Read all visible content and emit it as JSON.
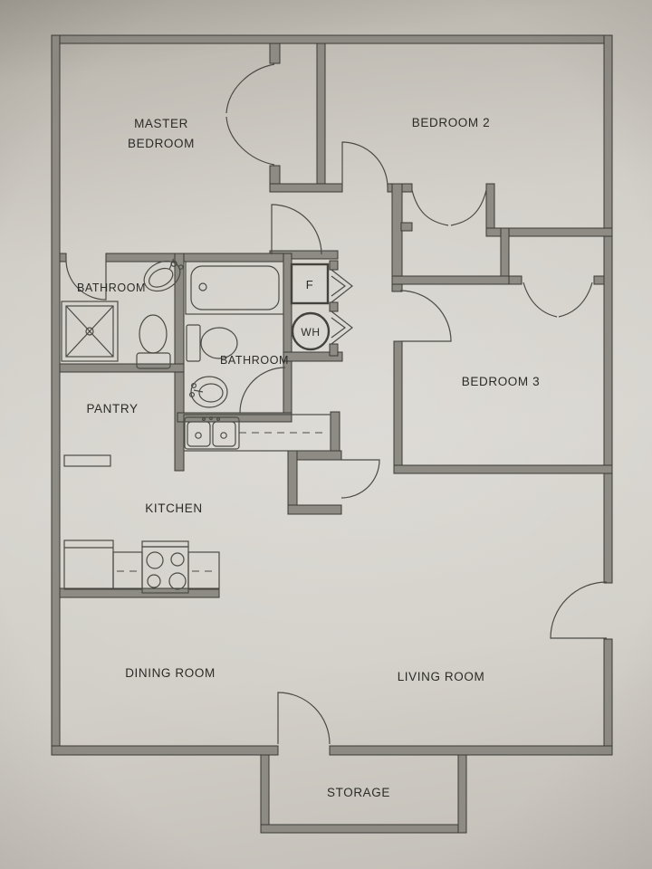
{
  "document": {
    "kind": "apartment floor plan (photographed drawing)",
    "colors": {
      "paper": "#d4d1ca",
      "wall_fill": "#8d8b84",
      "wall_outline": "#3c3a35",
      "line": "#4b4a44",
      "text": "#2c2b27"
    }
  },
  "rooms": {
    "master_bedroom": {
      "line1": "MASTER",
      "line2": "BEDROOM"
    },
    "bedroom2": {
      "label": "BEDROOM 2"
    },
    "bedroom3": {
      "label": "BEDROOM 3"
    },
    "master_bathroom": {
      "label": "BATHROOM"
    },
    "hall_bathroom": {
      "label": "BATHROOM"
    },
    "pantry": {
      "label": "PANTRY"
    },
    "kitchen": {
      "label": "KITCHEN"
    },
    "dining_room": {
      "label": "DINING ROOM"
    },
    "living_room": {
      "label": "LIVING ROOM"
    },
    "storage": {
      "label": "STORAGE"
    }
  },
  "utility": {
    "furnace": {
      "label": "F"
    },
    "water_heater": {
      "label": "WH"
    }
  }
}
